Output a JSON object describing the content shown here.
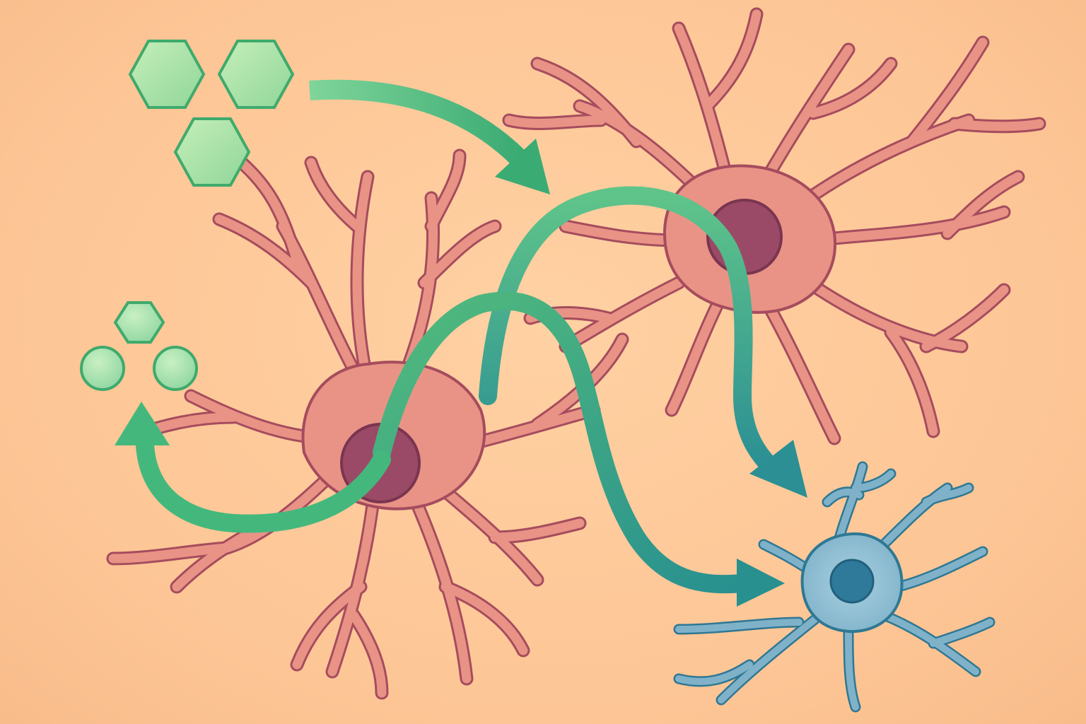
{
  "colors": {
    "background": "#fdc595",
    "neuron_fill": "#e99386",
    "neuron_outline": "#a54c5e",
    "nucleus_fill": "#9a4a66",
    "target_cell_fill": "#7fb2c9",
    "target_cell_outline": "#2f7893",
    "target_nucleus_fill": "#2f7a9a",
    "arrow_green": "#44b87c",
    "arrow_teal": "#2b8f94",
    "molecule_fill": "#a9e2a6",
    "molecule_outline": "#3faa6c"
  },
  "elements": {
    "cells": [
      {
        "name": "neuron-left",
        "kind": "neuron",
        "color": "pink"
      },
      {
        "name": "neuron-upper-right",
        "kind": "neuron",
        "color": "pink"
      },
      {
        "name": "target-cell",
        "kind": "neuron",
        "color": "blue"
      }
    ],
    "molecule_groups": [
      {
        "name": "hexagon-cluster",
        "shape": "hexagon",
        "count": 3
      },
      {
        "name": "small-molecule-cluster",
        "shape": "rounded",
        "count": 3
      }
    ],
    "arrows": [
      {
        "name": "arrow-hexagons-to-upper-neuron",
        "from": "hexagon-cluster",
        "to": "neuron-upper-right"
      },
      {
        "name": "arrow-upper-neuron-to-target",
        "from": "neuron-upper-right",
        "to": "target-cell"
      },
      {
        "name": "arrow-left-neuron-to-target",
        "from": "neuron-left",
        "to": "target-cell"
      },
      {
        "name": "arrow-left-neuron-to-molecules",
        "from": "neuron-left",
        "to": "small-molecule-cluster"
      }
    ]
  }
}
